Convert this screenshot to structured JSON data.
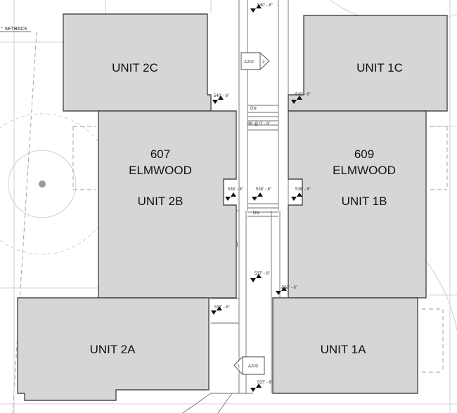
{
  "units": {
    "unit_2c": "UNIT 2C",
    "unit_1c": "UNIT 1C",
    "unit_2b": "UNIT 2B",
    "unit_1b": "UNIT 1B",
    "unit_2a": "UNIT 2A",
    "unit_1a": "UNIT 1A"
  },
  "buildings": {
    "left_number": "607",
    "left_street": "ELMWOOD",
    "right_number": "609",
    "right_street": "ELMWOOD"
  },
  "annotations": {
    "setback": "\" SETBACK",
    "elev_top": "540' - 6\"",
    "elev_540_left": "540' - 6\"",
    "elev_540_right": "540' - 6\"",
    "dn_upper": "DN",
    "riser_note": "4R @ 0' - 6\"",
    "elev_538_left": "538' - 6\"",
    "elev_538_center": "538' - 6\"",
    "elev_538_right": "538' - 6\"",
    "dn_lower": "DN",
    "elev_537_center": "537' - 6\"",
    "elev_537_right": "537' - 6\"",
    "elev_537_left": "537' - 6\"",
    "elev_537_bottom": "537' - 6\"",
    "section_top_sheet": "A202",
    "section_top_num": "2",
    "section_bottom_sheet": "A203",
    "section_bottom_num": "1"
  },
  "colors": {
    "unit_fill": "#d6d6d6",
    "unit_outline": "#4a4a4a",
    "linework": "#9a9a9a"
  }
}
